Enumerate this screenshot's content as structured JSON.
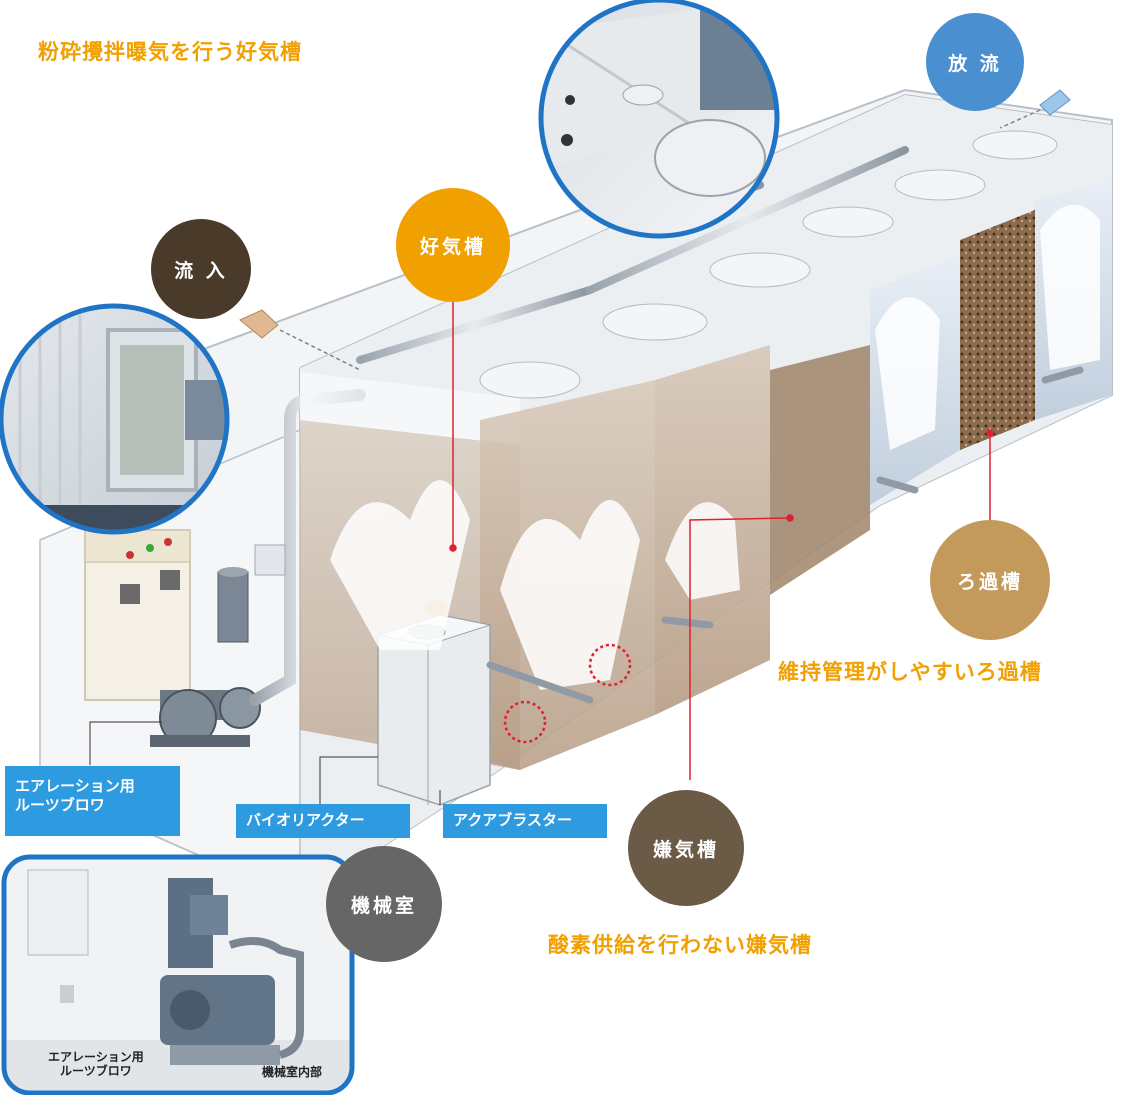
{
  "colors": {
    "aerobic": "#f0a000",
    "inflow": "#4a3a2a",
    "outflow": "#4a90d0",
    "anaerobic": "#6b5a45",
    "filter": "#c49a5c",
    "machine": "#666666",
    "label_box": "#2e9be0",
    "caption": "#f0a000",
    "photo_border": "#1f74c6",
    "tank_brown": "#b39a82",
    "dashed_red": "#e02030"
  },
  "captions": {
    "aerobic_desc": "粉砕攪拌曝気を行う好気槽",
    "filter_desc": "維持管理がしやすいろ過槽",
    "anaerobic_desc": "酸素供給を行わない嫌気槽"
  },
  "circles": {
    "inflow": "流 入",
    "outflow": "放 流",
    "aerobic": "好気槽",
    "anaerobic": "嫌気槽",
    "filter": "ろ過槽",
    "machine_room": "機械室"
  },
  "labels": {
    "blower_line1": "エアレーション用",
    "blower_line2": "ルーツブロワ",
    "bioreactor": "バイオリアクター",
    "aquablaster": "アクアブラスター"
  },
  "photo_inset": {
    "blower_line1": "エアレーション用",
    "blower_line2": "ルーツブロワ",
    "room_interior": "機械室内部"
  },
  "icons": {
    "inflow_arrow": "inflow-arrow-icon",
    "outflow_arrow": "outflow-arrow-icon"
  }
}
